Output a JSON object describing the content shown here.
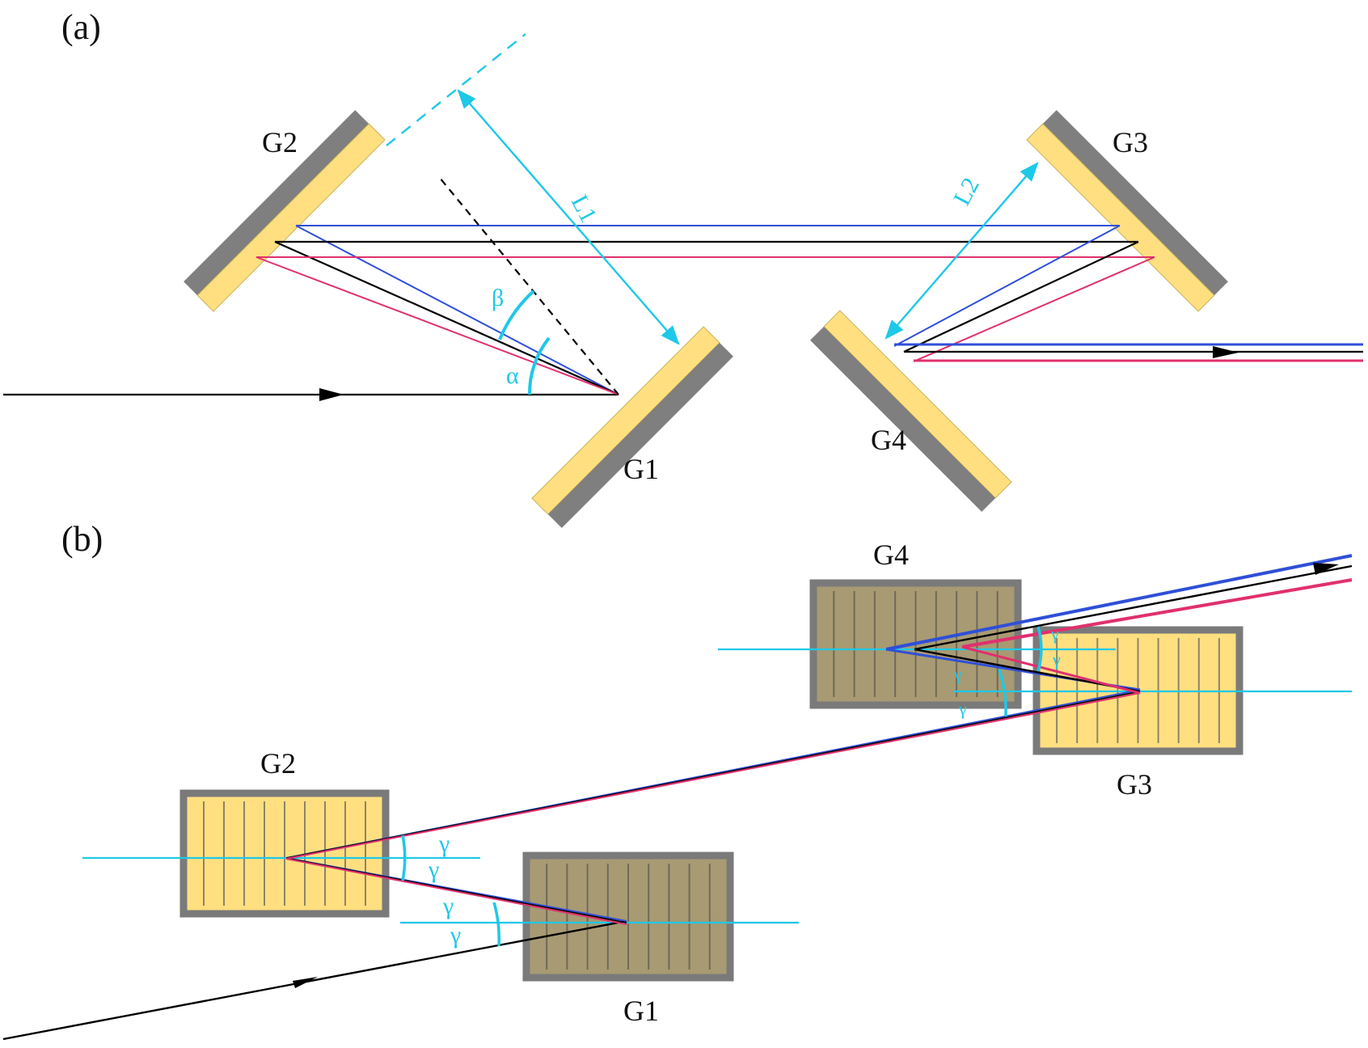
{
  "panels": {
    "a": {
      "label": "(a)"
    },
    "b": {
      "label": "(b)"
    }
  },
  "gratings_a": {
    "g1": "G1",
    "g2": "G2",
    "g3": "G3",
    "g4": "G4"
  },
  "gratings_b": {
    "g1": "G1",
    "g2": "G2",
    "g3": "G3",
    "g4": "G4"
  },
  "angles": {
    "alpha": "α",
    "beta": "β",
    "gamma": "γ"
  },
  "distances": {
    "l1": "L1",
    "l2": "L2"
  },
  "colors": {
    "beam_black": "#000000",
    "beam_blue": "#2f4fd8",
    "beam_pink": "#e0306e",
    "annotation_cyan": "#1ec8e8",
    "grating_face": "#ffdf80",
    "grating_back": "#7f7f7f",
    "grating_dark_face": "#a89a72"
  }
}
